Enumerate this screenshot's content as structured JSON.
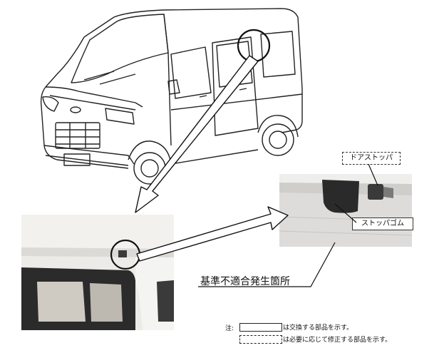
{
  "labels": {
    "door_stopper": "ドアストッパ",
    "stopper_rubber": "ストッパゴム",
    "nonconformity_location": "基準不適合発生箇所"
  },
  "notes": {
    "prefix": "注:",
    "solid_box_meaning": "は交換する部品を示す。",
    "dashed_box_meaning": "は必要に応じて修正する部品を示す。"
  },
  "colors": {
    "line": "#222222",
    "photo_panel": "#e8e6e2",
    "photo_closeup": "#d9d8d6",
    "stopper_part": "#3a3a3a"
  },
  "icons": {
    "van": "van-line-drawing",
    "callout_circle": "highlight-circle"
  }
}
